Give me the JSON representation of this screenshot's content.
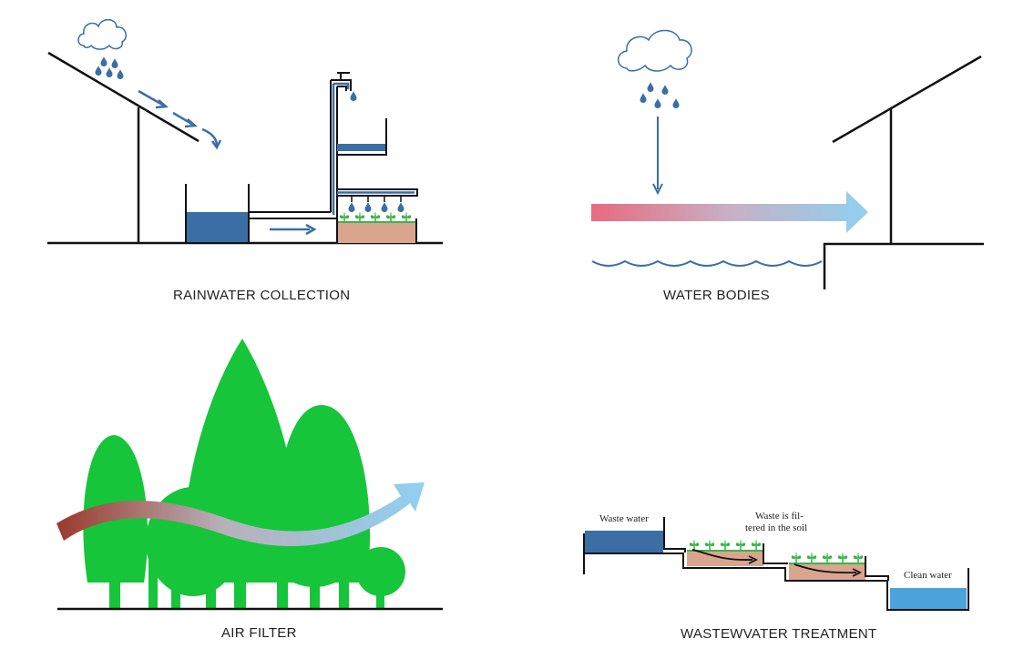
{
  "panels": {
    "rainwater": {
      "caption": "RAINWATER COLLECTION"
    },
    "water_bodies": {
      "caption": "WATER BODIES"
    },
    "air_filter": {
      "caption": "AIR FILTER"
    },
    "wastewater": {
      "caption": "WASTEWVATER TREATMENT",
      "waste_label": "Waste water",
      "filter_label_line1": "Waste is fil-",
      "filter_label_line2": "tered in the soil",
      "clean_label": "Clean water"
    }
  },
  "colors": {
    "water_blue": "#3a6ea5",
    "light_blue": "#4ba3dc",
    "tree_green": "#16c53a",
    "plant_green": "#3cb34a",
    "soil": "#d9a58f",
    "pink": "#e86a7f",
    "sky_blue": "#8fd0f2",
    "pollution_brown": "#9a3a2a"
  }
}
